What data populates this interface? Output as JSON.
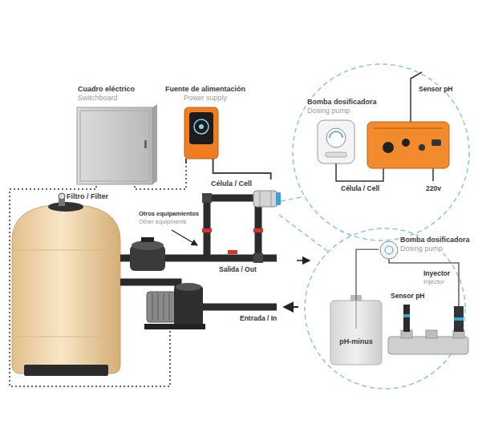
{
  "diagram": {
    "nodes": [
      {
        "text": [
          "Cuadro eléctrico",
          "Switchboard"
        ]
      },
      {
        "text": [
          "Fuente de alimentación",
          "Power supply"
        ]
      },
      {
        "text": [
          "Filtro / Filter"
        ]
      },
      {
        "text": [
          "Célula / Cell"
        ]
      },
      {
        "text": [
          "Bomba dosificadora",
          "Dosing pump"
        ]
      },
      {
        "text": [
          "Bomba dosificadora",
          "Dosing pump"
        ]
      },
      {
        "text": [
          "pH-minus"
        ]
      }
    ],
    "edges": [
      {
        "from": 0,
        "to": 1,
        "arrow": "none"
      },
      {
        "from": 1,
        "to": 3,
        "arrow": "none"
      },
      {
        "from": 5,
        "to": 6,
        "arrow": "none"
      }
    ],
    "labels": [
      "Otros equipamientos",
      "Other equipments",
      "Salida / Out",
      "Entrada / In",
      "Sensor pH",
      "Célula / Cell",
      "220v",
      "Inyector",
      "Injector",
      "Sensor pH"
    ]
  }
}
